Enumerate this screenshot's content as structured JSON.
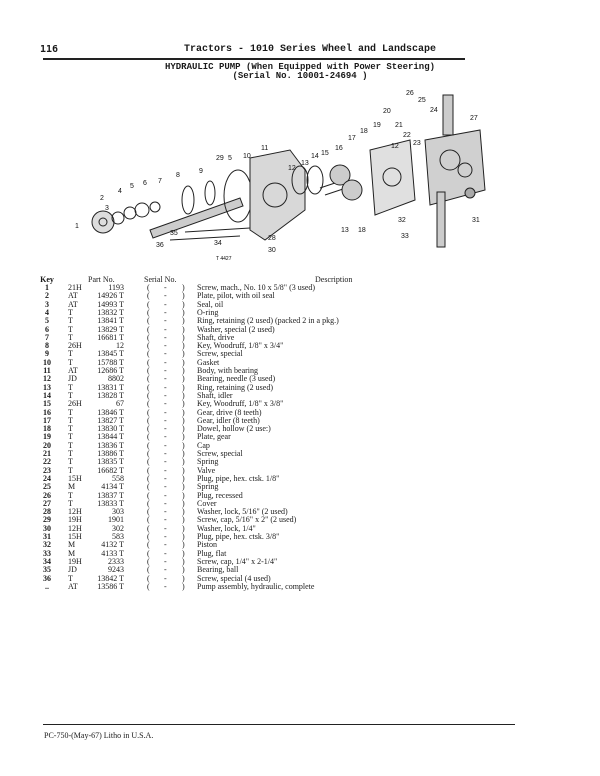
{
  "header": {
    "page_number": "116",
    "running_title": "Tractors - 1010 Series Wheel and Landscape"
  },
  "title": {
    "line1": "HYDRAULIC PUMP (When Equipped with Power Steering)",
    "line2": "(Serial No. 10001-24694 )"
  },
  "diagram": {
    "callouts": [
      "1",
      "2",
      "3",
      "4",
      "5",
      "6",
      "7",
      "8",
      "9",
      "29",
      "5",
      "10",
      "11",
      "12",
      "13",
      "14",
      "15",
      "16",
      "17",
      "18",
      "19",
      "12",
      "20",
      "21",
      "22",
      "23",
      "24",
      "25",
      "26",
      "27",
      "28",
      "30",
      "31",
      "32",
      "33",
      "34",
      "35",
      "36",
      "13",
      "18"
    ],
    "figure_code": "T 4427"
  },
  "table": {
    "columns": {
      "key": "Key",
      "part": "Part No.",
      "serial": "Serial No.",
      "description": "Description"
    },
    "rows": [
      {
        "key": "1",
        "prefix": "21H",
        "num": "1193",
        "serial": "-",
        "desc": "Screw, mach., No. 10 x 5/8\" (3 used)"
      },
      {
        "key": "2",
        "prefix": "AT",
        "num": "14926 T",
        "serial": "-",
        "desc": "Plate, pilot, with oil seal"
      },
      {
        "key": "3",
        "prefix": "AT",
        "num": "14993 T",
        "serial": "-",
        "desc": "Seal, oil"
      },
      {
        "key": "4",
        "prefix": "T",
        "num": "13832 T",
        "serial": "-",
        "desc": "O-ring"
      },
      {
        "key": "5",
        "prefix": "T",
        "num": "13841 T",
        "serial": "-",
        "desc": "Ring, retaining (2 used) (packed 2 in a pkg.)"
      },
      {
        "key": "6",
        "prefix": "T",
        "num": "13829 T",
        "serial": "-",
        "desc": "Washer, special (2 used)"
      },
      {
        "key": "7",
        "prefix": "T",
        "num": "16681 T",
        "serial": "-",
        "desc": "Shaft, drive"
      },
      {
        "key": "8",
        "prefix": "26H",
        "num": "12",
        "serial": "-",
        "desc": "Key, Woodruff, 1/8\" x 3/4\""
      },
      {
        "key": "9",
        "prefix": "T",
        "num": "13845 T",
        "serial": "-",
        "desc": "Screw, special"
      },
      {
        "key": "10",
        "prefix": "T",
        "num": "15788 T",
        "serial": "-",
        "desc": "Gasket"
      },
      {
        "key": "11",
        "prefix": "AT",
        "num": "12686 T",
        "serial": "-",
        "desc": "Body, with bearing"
      },
      {
        "key": "12",
        "prefix": "JD",
        "num": "8802",
        "serial": "-",
        "desc": "Bearing, needle (3 used)"
      },
      {
        "key": "13",
        "prefix": "T",
        "num": "13831 T",
        "serial": "-",
        "desc": "Ring, retaining (2 used)"
      },
      {
        "key": "14",
        "prefix": "T",
        "num": "13828 T",
        "serial": "-",
        "desc": "Shaft, idler"
      },
      {
        "key": "15",
        "prefix": "26H",
        "num": "67",
        "serial": "-",
        "desc": "Key, Woodruff, 1/8\" x 3/8\""
      },
      {
        "key": "16",
        "prefix": "T",
        "num": "13846 T",
        "serial": "-",
        "desc": "Gear, drive (8 teeth)"
      },
      {
        "key": "17",
        "prefix": "T",
        "num": "13827 T",
        "serial": "-",
        "desc": "Gear, idler (8 teeth)"
      },
      {
        "key": "18",
        "prefix": "T",
        "num": "13830 T",
        "serial": "-",
        "desc": "Dowel, hollow (2 use:)"
      },
      {
        "key": "19",
        "prefix": "T",
        "num": "13844 T",
        "serial": "-",
        "desc": "Plate, gear"
      },
      {
        "key": "20",
        "prefix": "T",
        "num": "13836 T",
        "serial": "-",
        "desc": "Cap"
      },
      {
        "key": "21",
        "prefix": "T",
        "num": "13886 T",
        "serial": "-",
        "desc": "Screw, special"
      },
      {
        "key": "22",
        "prefix": "T",
        "num": "13835 T",
        "serial": "-",
        "desc": "Spring"
      },
      {
        "key": "23",
        "prefix": "T",
        "num": "16682 T",
        "serial": "-",
        "desc": "Valve"
      },
      {
        "key": "24",
        "prefix": "15H",
        "num": "558",
        "serial": "-",
        "desc": "Plug, pipe, hex. ctsk. 1/8\""
      },
      {
        "key": "25",
        "prefix": "M",
        "num": "4134 T",
        "serial": "-",
        "desc": "Spring"
      },
      {
        "key": "26",
        "prefix": "T",
        "num": "13837 T",
        "serial": "-",
        "desc": "Plug, recessed"
      },
      {
        "key": "27",
        "prefix": "T",
        "num": "13833 T",
        "serial": "-",
        "desc": "Cover"
      },
      {
        "key": "28",
        "prefix": "12H",
        "num": "303",
        "serial": "-",
        "desc": "Washer, lock, 5/16\" (2 used)"
      },
      {
        "key": "29",
        "prefix": "19H",
        "num": "1901",
        "serial": "-",
        "desc": "Screw, cap, 5/16\" x 2\" (2 used)"
      },
      {
        "key": "30",
        "prefix": "12H",
        "num": "302",
        "serial": "-",
        "desc": "Washer, lock, 1/4\""
      },
      {
        "key": "31",
        "prefix": "15H",
        "num": "583",
        "serial": "-",
        "desc": "Plug, pipe, hex. ctsk. 3/8\""
      },
      {
        "key": "32",
        "prefix": "M",
        "num": "4132 T",
        "serial": "-",
        "desc": "Piston"
      },
      {
        "key": "33",
        "prefix": "M",
        "num": "4133 T",
        "serial": "-",
        "desc": "Plug, flat"
      },
      {
        "key": "34",
        "prefix": "19H",
        "num": "2333",
        "serial": "-",
        "desc": "Screw, cap, 1/4\" x 2-1/4\""
      },
      {
        "key": "35",
        "prefix": "JD",
        "num": "9243",
        "serial": "-",
        "desc": "Bearing, ball"
      },
      {
        "key": "36",
        "prefix": "T",
        "num": "13842 T",
        "serial": "-",
        "desc": "Screw, special (4 used)"
      },
      {
        "key": "..",
        "prefix": "AT",
        "num": "13586 T",
        "serial": "-",
        "desc": "Pump assembly, hydraulic, complete"
      }
    ]
  },
  "footer": {
    "text": "PC-750-(May-67) Litho in U.S.A."
  }
}
